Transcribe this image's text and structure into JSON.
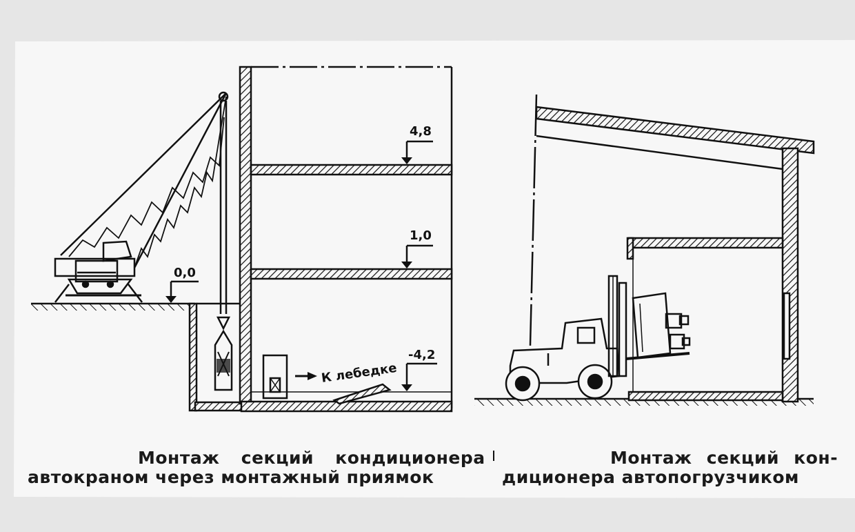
{
  "left_diagram": {
    "level_marks": [
      "4,8",
      "1,0",
      "0,0",
      "-4,2"
    ],
    "winch_label": "К лебедке",
    "caption_line1": "Монтаж секций кондиционера",
    "caption_line2": "автокраном через монтажный приямок"
  },
  "right_diagram": {
    "caption_line1": "Монтаж секций кон-",
    "caption_line2": "диционера автопогрузчиком"
  },
  "colors": {
    "paper": "#f7f7f7",
    "ink": "#111111",
    "background": "#e6e6e6"
  }
}
